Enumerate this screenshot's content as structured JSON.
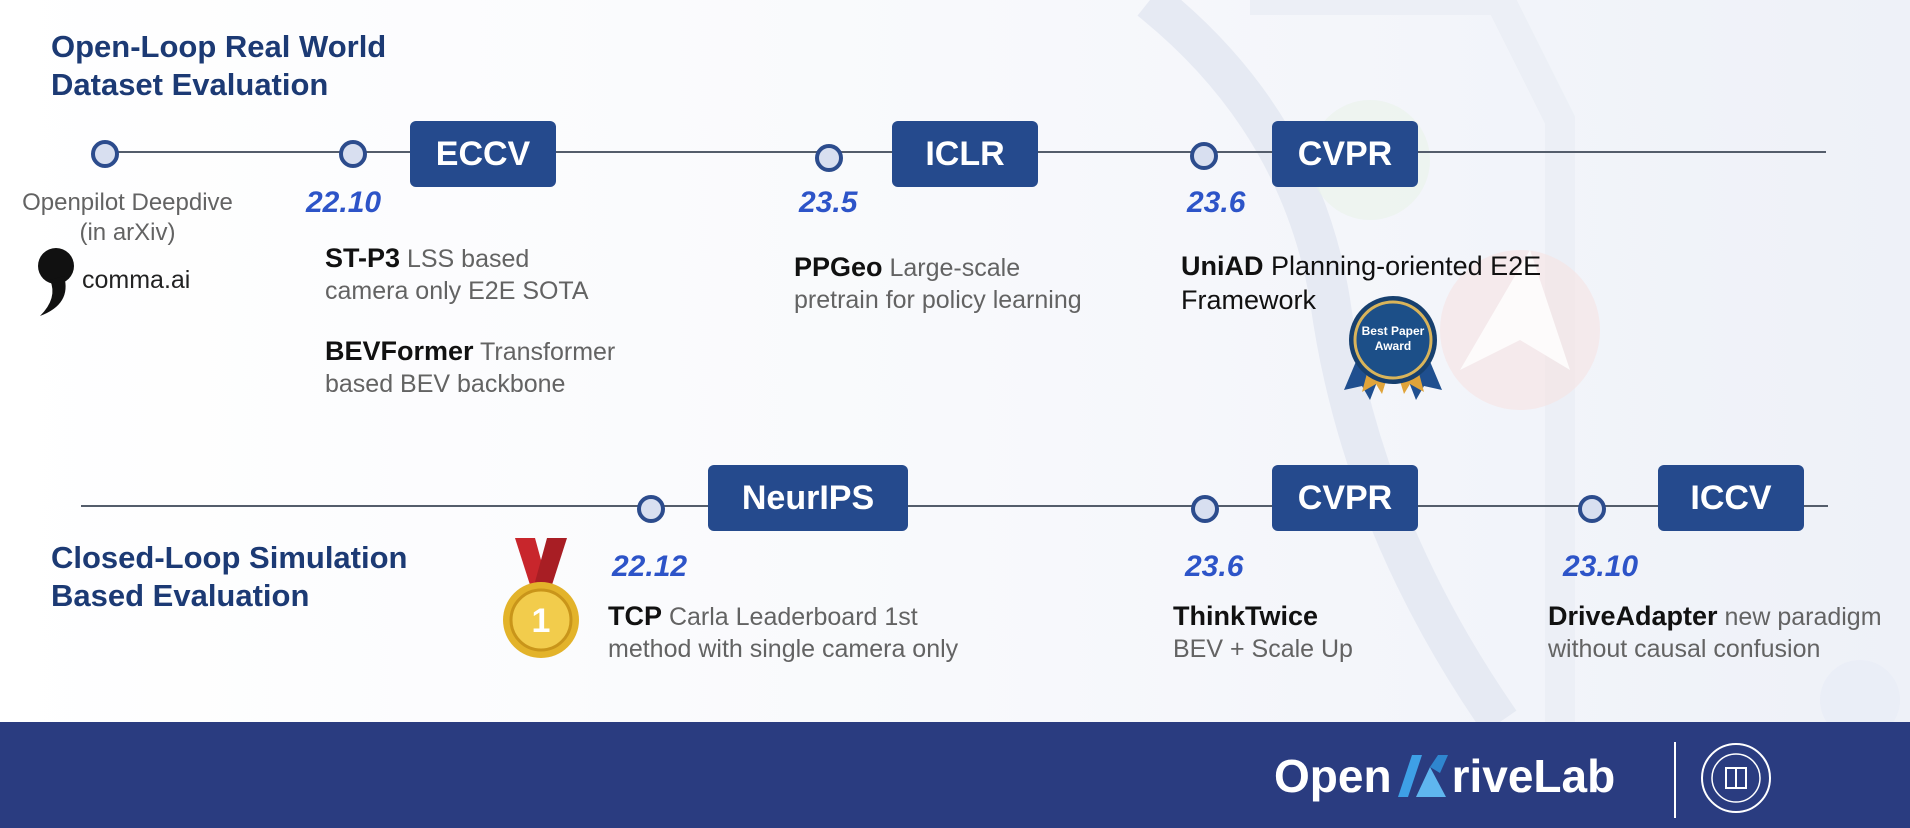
{
  "sections": {
    "open_loop": {
      "line1": "Open-Loop Real World",
      "line2": "Dataset Evaluation"
    },
    "closed_loop": {
      "line1": "Closed-Loop Simulation",
      "line2": "Based Evaluation"
    }
  },
  "openpilot": {
    "line1": "Openpilot Deepdive",
    "line2": "(in arXiv)",
    "logo_text": "comma.ai"
  },
  "top_timeline": {
    "venues": [
      "ECCV",
      "ICLR",
      "CVPR"
    ],
    "dates": [
      "22.10",
      "23.5",
      "23.6"
    ]
  },
  "bottom_timeline": {
    "venues": [
      "NeurIPS",
      "CVPR",
      "ICCV"
    ],
    "dates": [
      "22.12",
      "23.6",
      "23.10"
    ]
  },
  "entries": {
    "stp3": {
      "name": "ST-P3",
      "desc1": " LSS based",
      "desc2": "camera only E2E SOTA"
    },
    "bevformer": {
      "name": "BEVFormer",
      "desc1": " Transformer",
      "desc2": "based BEV backbone"
    },
    "ppgeo": {
      "name": "PPGeo",
      "desc1": " Large-scale",
      "desc2": "pretrain for policy learning"
    },
    "uniad": {
      "name": "UniAD",
      "desc1": " Planning-oriented E2E",
      "desc2": "Framework"
    },
    "tcp": {
      "name": "TCP",
      "desc1": " Carla Leaderboard 1st",
      "desc2": "method with single camera only"
    },
    "thinktwice": {
      "name": "ThinkTwice",
      "desc1": "",
      "desc2": "BEV + Scale Up"
    },
    "driveadapter": {
      "name": "DriveAdapter",
      "desc1": " new paradigm",
      "desc2": "without causal confusion"
    }
  },
  "award": {
    "line1": "Best Paper",
    "line2": "Award"
  },
  "medal_number": "1",
  "footer": {
    "brand_part1": "Open",
    "brand_part2": "riveLab"
  },
  "colors": {
    "venue_box": "#254a8d",
    "date": "#2d54c8",
    "title": "#1c3a74",
    "footer": "#2a3c80"
  }
}
